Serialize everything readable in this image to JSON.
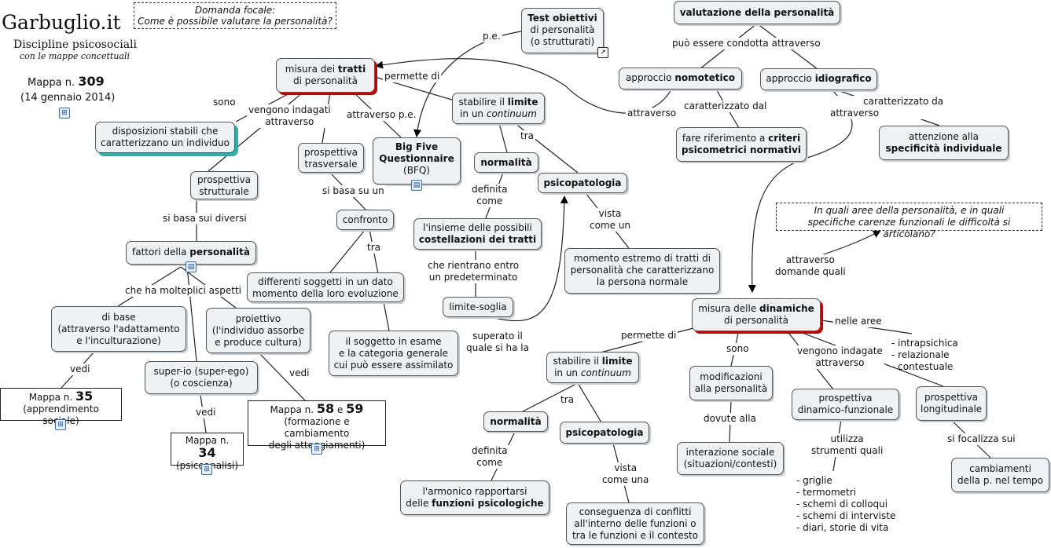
{
  "brand": {
    "name": "Garbuglio.it",
    "line1": "Discipline psicosociali",
    "line2": "con le mappe concettuali",
    "map_prefix": "Mappa n.",
    "map_number": "309",
    "date": "(14 gennaio 2014)"
  },
  "focus": {
    "line1": "Domanda focale:",
    "line2": "Come è possibile valutare la personalità?"
  },
  "nodes": {
    "tratti": {
      "a": "misura dei ",
      "b": "tratti",
      "c": "di personalità"
    },
    "disposizioni": {
      "a": "disposizioni stabili che",
      "b": "caratterizzano un individuo"
    },
    "strutturale": {
      "a": "prospettiva",
      "b": "strutturale"
    },
    "fattori": {
      "a": "fattori della ",
      "b": "personalità"
    },
    "dibase": {
      "a": "di base",
      "b": "(attraverso l'adattamento",
      "c": "e l'inculturazione)"
    },
    "proiettivo": {
      "a": "proiettivo",
      "b": "(l'individuo assorbe",
      "c": "e produce cultura)"
    },
    "superio": {
      "a": "super-io (super-ego)",
      "b": "(o coscienza)"
    },
    "trasversale": {
      "a": "prospettiva",
      "b": "trasversale"
    },
    "confronto": {
      "a": "confronto"
    },
    "differenti": {
      "a": "differenti soggetti in un dato",
      "b": "momento della loro evoluzione"
    },
    "soggetto": {
      "a": "il soggetto in esame",
      "b": "e la categoria generale",
      "c": "cui può essere assimilato"
    },
    "bigfive": {
      "a": "Big Five",
      "b": "Questionnaire",
      "c": "(BFQ)"
    },
    "testobiettivi": {
      "a": "Test obiettivi",
      "b": "di personalità",
      "c": "(o strutturati)"
    },
    "limite1": {
      "a": "stabilire il ",
      "b": "limite",
      "c": "in un ",
      "d": "continuum"
    },
    "normalita1": {
      "a": "normalità"
    },
    "psicopat1": {
      "a": "psicopatologia"
    },
    "costellazioni": {
      "a": "l'insieme delle possibili",
      "b": "costellazioni dei tratti"
    },
    "limitesoglia": {
      "a": "limite-soglia"
    },
    "momento": {
      "a": "momento estremo di tratti di",
      "b": "personalità che caratterizzano",
      "c": "la persona normale"
    },
    "valutazione": {
      "a": "valutazione della personalità"
    },
    "nomotetico": {
      "a": "approccio ",
      "b": "nomotetico"
    },
    "idiografico": {
      "a": "approccio ",
      "b": "idiografico"
    },
    "criteri": {
      "a": "fare riferimento a ",
      "b": "criteri",
      "c": "psicometrici normativi"
    },
    "specificita": {
      "a": "attenzione alla",
      "b": "specificità individuale"
    },
    "domanda2": {
      "a": "In quali aree della personalità, e in quali",
      "b": "specifiche carenze funzionali le difficoltà si articolano?"
    },
    "dinamiche": {
      "a": "misura delle ",
      "b": "dinamiche",
      "c": "di personalità"
    },
    "limite2": {
      "a": "stabilire il ",
      "b": "limite",
      "c": "in un ",
      "d": "continuum"
    },
    "normalita2": {
      "a": "normalità"
    },
    "psicopat2": {
      "a": "psicopatologia"
    },
    "armonico": {
      "a": "l'armonico rapportarsi",
      "b": "delle ",
      "c": "funzioni psicologiche"
    },
    "conseguenza": {
      "a": "conseguenza di conflitti",
      "b": "all'interno delle funzioni o",
      "c": "tra le funzioni e il contesto"
    },
    "modificazioni": {
      "a": "modificazioni",
      "b": "alla personalità"
    },
    "interazione": {
      "a": "interazione sociale",
      "b": "(situazioni/contesti)"
    },
    "dinfunz": {
      "a": "prospettiva",
      "b": "dinamico-funzionale"
    },
    "longitudinale": {
      "a": "prospettiva",
      "b": "longitudinale"
    },
    "cambiamenti": {
      "a": "cambiamenti",
      "b": "della p. nel tempo"
    },
    "mappa35": {
      "a": "Mappa n. ",
      "n": "35",
      "b": "(apprendimento sociale)"
    },
    "mappa34": {
      "a": "Mappa n. ",
      "n": "34",
      "b": "(psicoanalisi)"
    },
    "mappa5859": {
      "a": "Mappa n. ",
      "n1": "58",
      "e": " e ",
      "n2": "59",
      "b": "(formazione e cambiamento",
      "c": "degli atteggiamenti)"
    }
  },
  "lists": {
    "aree": [
      "- intrapsichica",
      "- relazionale",
      "- contestuale"
    ],
    "strumenti": [
      "- griglie",
      "- termometri",
      "- schemi di colloqui",
      "- schemi di interviste",
      "- diari, storie di vita"
    ]
  },
  "labels": {
    "pe": "p.e.",
    "permette1": "permette di",
    "sono1": "sono",
    "vengono1": [
      "vengono indagati",
      "attraverso"
    ],
    "attraversope": "attraverso p.e.",
    "tra1": "tra",
    "sibasadiversi": "si basa sui diversi",
    "sibasaun": "si basa su un",
    "tra2": "tra",
    "moltepl": "che ha molteplici aspetti",
    "vedi1": "vedi",
    "vedi2": "vedi",
    "vedi3": "vedi",
    "definita1": [
      "definita",
      "come"
    ],
    "cherientrano": [
      "che rientrano entro",
      "un predeterminato"
    ],
    "superato": [
      "superato il",
      "quale si ha la"
    ],
    "vista1": [
      "vista",
      "come un"
    ],
    "puoessere": "può essere condotta attraverso",
    "attraverso1": "attraverso",
    "caratt1": "caratterizzato dal",
    "caratt2": [
      "caratterizzato da",
      "attraverso"
    ],
    "domandequali": [
      "attraverso",
      "domande quali"
    ],
    "permette2": "permette di",
    "sono2": "sono",
    "nellearee": "nelle aree",
    "vengono2": [
      "vengono indagate",
      "attraverso"
    ],
    "tra3": "tra",
    "definita2": [
      "definita",
      "come"
    ],
    "vista2": [
      "vista",
      "come una"
    ],
    "dovute": "dovute alla",
    "utilizza": [
      "utilizza",
      "strumenti quali"
    ],
    "sifocalizza": "si focalizza sui"
  }
}
